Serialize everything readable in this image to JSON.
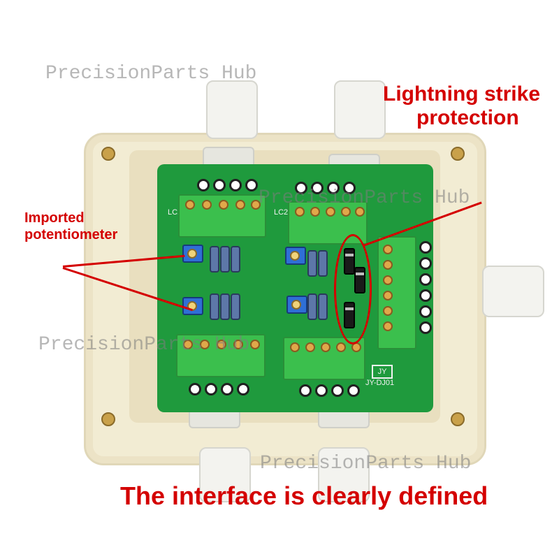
{
  "image": {
    "watermarks": [
      "PrecisionParts Hub",
      "PrecisionParts Hub",
      "PrecisionParts Hub",
      "PrecisionParts Hub"
    ],
    "annotations": {
      "top_right": [
        "Lightning strike",
        "protection"
      ],
      "left": [
        "Imported",
        "potentiometer"
      ],
      "bottom": "The interface is clearly defined"
    },
    "pcb_labels": {
      "model": "JY-DJ01",
      "logo": "JY",
      "lc1": "LC1",
      "lc2": "LC2"
    },
    "colors": {
      "annotation_red": "#d40000",
      "pcb_green": "#1f9a3d",
      "terminal_green": "#3bbf4d",
      "enclosure_beige": "#f2ecd3"
    }
  }
}
